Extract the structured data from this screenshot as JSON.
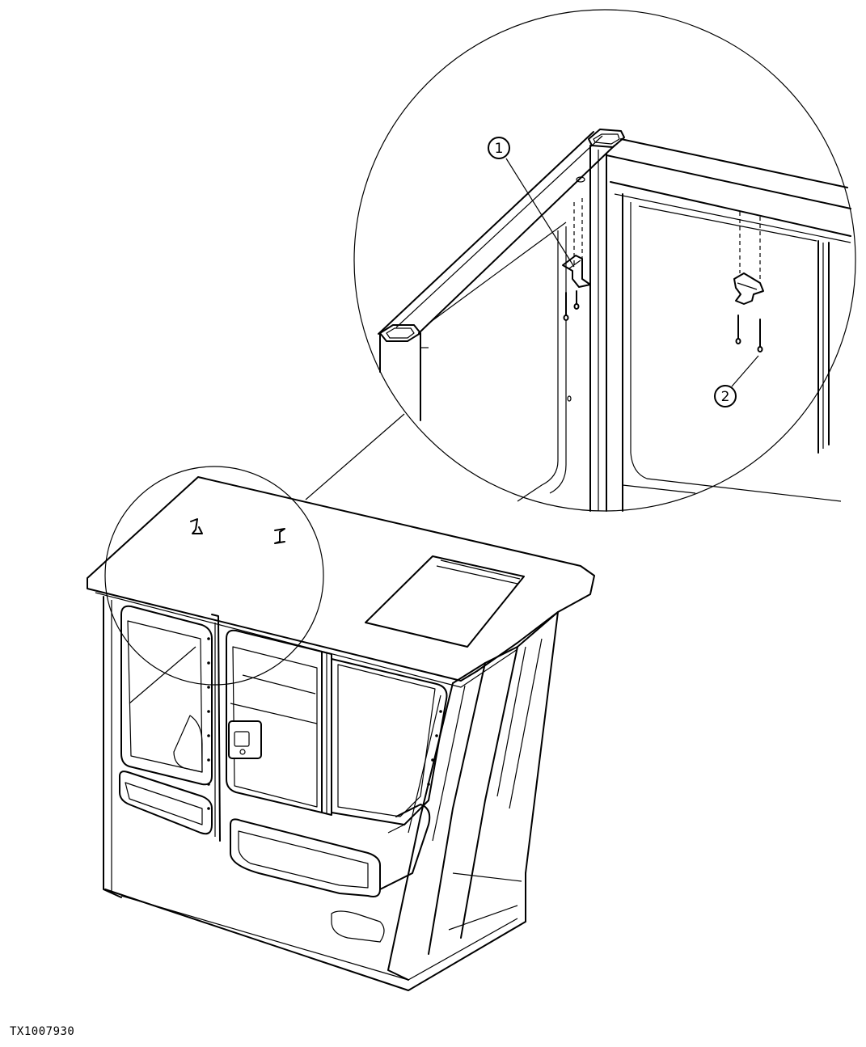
{
  "figure": {
    "id_label": "TX1007930"
  },
  "callouts": [
    {
      "number": "1"
    },
    {
      "number": "2"
    }
  ]
}
